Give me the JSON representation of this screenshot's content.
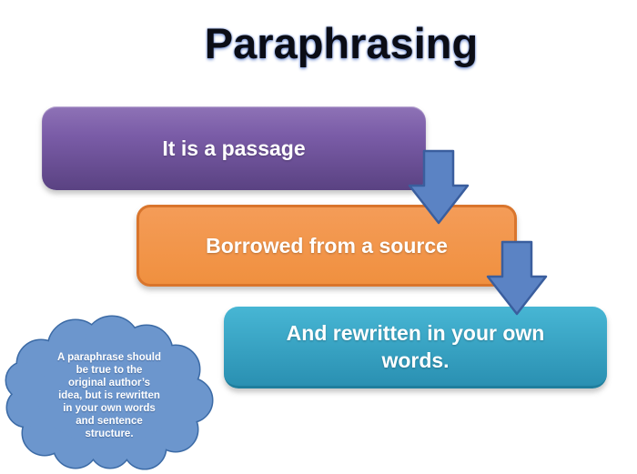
{
  "slide": {
    "title": "Paraphrasing",
    "background_color": "#ffffff",
    "title_color": "#0b0d16",
    "steps": [
      {
        "id": "passage",
        "label": "It is a passage",
        "color_top": "#8e72b6",
        "color_bottom": "#5a4282",
        "text_color": "#ffffff"
      },
      {
        "id": "borrowed",
        "label": "Borrowed from a source",
        "fill": "#f2944d",
        "border_color": "#d9752c",
        "text_color": "#ffffff"
      },
      {
        "id": "rewritten",
        "label": "And rewritten in your own words.",
        "color_top": "#47b6d4",
        "color_bottom": "#2a90b2",
        "text_color": "#ffffff"
      }
    ],
    "arrows": {
      "count": 2,
      "direction": "down",
      "fill": "#5b83c4",
      "border": "#3a5e9e"
    },
    "cloud": {
      "fill": "#6c96cd",
      "border": "#3c6ba6",
      "text_color": "#ffffff",
      "lines": [
        "A paraphrase should",
        "be true to the",
        "original author’s",
        "idea, but is rewritten",
        "in your own words",
        "and sentence",
        "structure."
      ]
    }
  }
}
